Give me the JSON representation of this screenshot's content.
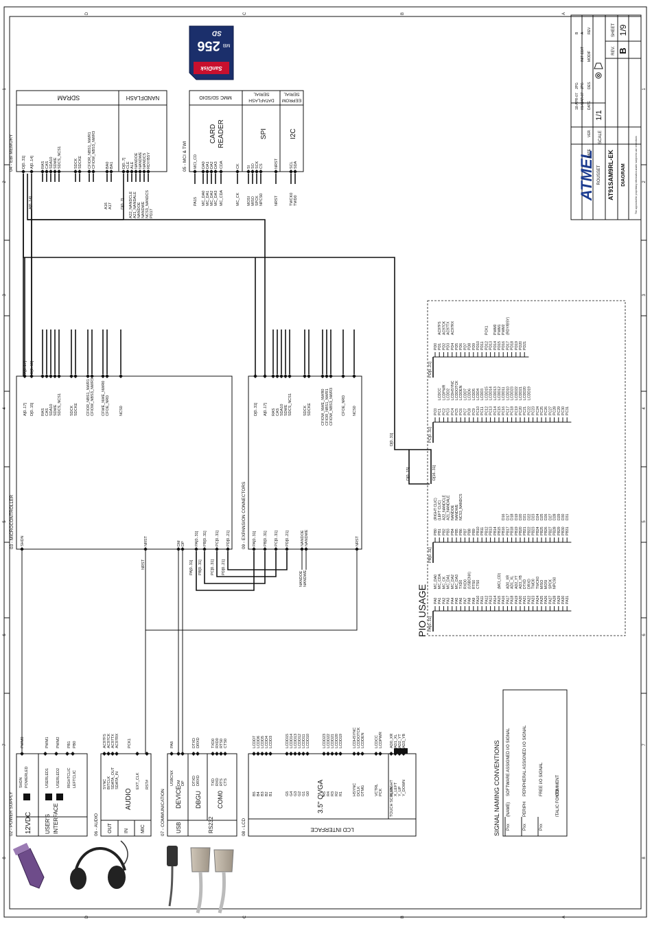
{
  "frame": {
    "zones_top": [
      "D",
      "C",
      "B",
      "A"
    ],
    "zones_side": [
      "1",
      "2",
      "3",
      "4",
      "5",
      "6",
      "7",
      "8"
    ]
  },
  "title_block": {
    "brand": "ATMEL",
    "address": "ROUSSET",
    "board": "AT91SAM9RL-EK",
    "sheet_kind": "DIAGRAM",
    "scale_label": "SCALE",
    "scale": "1/1",
    "rev_label": "REV.",
    "rev": "B",
    "sheet_label": "SHEET",
    "sheet": "1/9",
    "headers": [
      "REV",
      "MODIF",
      "DES.",
      "DATE",
      "VER.",
      "DATE"
    ],
    "rows": [
      [
        "A",
        "INIT EDIT",
        "JPG",
        "01-MAR-07"
      ],
      [
        "B",
        "",
        "JPG",
        "18-APR-07"
      ]
    ],
    "notice": "The approved for proprietary information and/or subject to use restrictions"
  },
  "sd_card": {
    "brand": "SanDisk",
    "capacity": "256",
    "unit": "MB",
    "logo": "SD"
  },
  "blocks": {
    "ebi": {
      "label": "04 - EBI MEMORY",
      "sdram": "SDRAM",
      "nandflash": "NANDFLASH",
      "sdram_pins": [
        "D[0..31]",
        "A[0..14]",
        "RAS",
        "CAS",
        "SDA10",
        "SDWE",
        "SDCS_NCS1",
        "SDCK",
        "SDCKE",
        "CFIOR_NBS1_NWR1",
        "CFIOW_NBS3_NWR3",
        "BA0",
        "BA1"
      ],
      "nand_pins": [
        "D[0..7]",
        "CLE",
        "ALE",
        "NANDOE",
        "NANDWE",
        "NANDCS",
        "RDY/BSY"
      ],
      "nand_nets": [
        "A22_NANDCLE",
        "A21_NANDALE",
        "NANDOE",
        "NANDWE",
        "NCS3_NANDCS",
        "PD17"
      ],
      "nets": [
        "A[0..14]",
        "A16",
        "A17",
        "D[0..7]"
      ]
    },
    "mci": {
      "label": "05 - MCI & TWI",
      "mmc": "MMC SD/SDIO",
      "card": [
        "CARD",
        "READER"
      ],
      "serial_df": [
        "SERIAL",
        "DATAFLASH"
      ],
      "spi": "SPI",
      "serial_ee": [
        "SERIAL",
        "EEPROM"
      ],
      "i2c": "I2C",
      "pins": [
        "MCI_CD",
        "DA0",
        "DA1",
        "DA2",
        "DA3",
        "CDA",
        "CK",
        "SI",
        "SO",
        "SCK",
        "CS",
        "NRST",
        "SCL",
        "SDA"
      ],
      "nets": [
        "PA15",
        "MC_DA0",
        "MC_DA1",
        "MC_DA2",
        "MC_DA3",
        "MC_CDA",
        "MC_CK",
        "MOSI",
        "MISO",
        "SPCK",
        "NPCS0",
        "NRST",
        "TWCK0",
        "TWD0"
      ]
    },
    "mcu": {
      "label": "03 - MICROCONTROLLER",
      "top_pins": [
        "A[0..17]",
        "D[0..15]",
        "RAS",
        "CAS",
        "SDA10",
        "SDWE",
        "SDCS_NCS1",
        "SDCK",
        "SDCKE",
        "CFIOR_NBS1_NWR1",
        "CFIOW_NBS3_NWR3",
        "CFWE_NWE_NWR0",
        "CFOE_NRD",
        "NCS0"
      ],
      "top_nets": [
        "A[0..17]",
        "D[0..15]"
      ],
      "bottom_pins": [
        "SHDN",
        "NRST",
        "DM",
        "DP",
        "PA[0..31]",
        "PB[0..31]",
        "PC[0..31]",
        "PD[0..21]"
      ]
    },
    "exp": {
      "label": "09 - EXPANSION CONNECTORS",
      "top_pins": [
        "D[0..31]",
        "A[0..17]",
        "RAS",
        "CAS",
        "SDA10",
        "SDWE",
        "SDCS_NCS1",
        "SDCK",
        "SDCKE",
        "CFIOW_NWE_NWR0",
        "CFIOR_NBS1_NWR1",
        "CFIOW_NBS3_NWR3",
        "CFOE_NRD",
        "NCS0"
      ],
      "bottom_pins": [
        "PA[0..31]",
        "PB[0..31]",
        "PC[0..31]",
        "PD[0..21]",
        "NANDOE",
        "NANDWE",
        "NRST"
      ]
    },
    "power": {
      "label": "02 - POWER SUPPLY",
      "name": "12VDC",
      "pins": [
        "SHDN",
        "POWERLED"
      ],
      "nets": [
        "PWM0"
      ]
    },
    "user": {
      "name": [
        "USER'S",
        "INTERFACE"
      ],
      "pins": [
        "USERLED1",
        "USERLED2",
        "RIGHTCLIC",
        "LEFTCLIC"
      ],
      "nets": [
        "PWM1",
        "PWM2",
        "PB1",
        "PB0"
      ]
    },
    "audio": {
      "label": "06 - AUDIO",
      "name": "AUDIO",
      "tabs": [
        "OUT",
        "IN",
        "MIC"
      ],
      "pins": [
        "SYNC",
        "BITCLK",
        "SDATA_OUT",
        "SDATA_IN",
        "EXT_CLK",
        "RST#"
      ],
      "nets": [
        "AC97FS",
        "AC97CK",
        "AC97TX",
        "AC97RX",
        "PCK1"
      ]
    },
    "comm": {
      "label": "07 - COMMUNICATION",
      "device": "DEVICE",
      "usb": "USB",
      "dbgu": "DBGU",
      "com0": "COM0",
      "rs232": "RS232",
      "pins": [
        "USBCNX",
        "DM",
        "DP",
        "DTXD",
        "DRXD",
        "TXD",
        "RXD",
        "RTS",
        "CTS"
      ],
      "nets": [
        "PA8",
        "DTXD",
        "DRXD",
        "TXD0",
        "RXD0",
        "RTS0",
        "CTS0"
      ]
    },
    "lcd": {
      "label": "08 - LCD",
      "name": "3.5\" QVGA",
      "iface": "LCD INTERFACE",
      "touch": "TOUCH SCREEN",
      "pins": [
        "B5",
        "B4",
        "B3",
        "B2",
        "B1",
        "G5",
        "G4",
        "G3",
        "G2",
        "G1",
        "G0",
        "R5",
        "R4",
        "R3",
        "R2",
        "R1",
        "HSYNC",
        "DCLK",
        "DTMG",
        "VCTRL",
        "PCK",
        "X_RIGHT",
        "X_LEFT",
        "Y_UP",
        "Y_DOWN"
      ],
      "nets": [
        "LCDD7",
        "LCDD6",
        "LCDD5",
        "LCDD4",
        "LCDD3",
        "LCDD15",
        "LCDD14",
        "LCDD13",
        "LCDD12",
        "LCDD11",
        "LCDD10",
        "LCDD23",
        "LCDD22",
        "LCDD21",
        "LCDD20",
        "LCDD19",
        "LCDHSYNC",
        "LCDDOTCK",
        "LCDDEN",
        "LCDCC",
        "LCDPWR",
        "AD0_XR",
        "AD1_XL",
        "AD2_YT",
        "AD3_YB"
      ]
    }
  },
  "bus_labels": [
    "D[0..31]",
    "D[0..15]",
    "D[16..31]",
    "NRST",
    "NANDOE",
    "NANDWE",
    "PA[0..31]",
    "PB[0..31]",
    "PC[0..31]",
    "PD[0..21]"
  ],
  "pio": {
    "title": "PIO USAGE",
    "PA": {
      "bus": "PA[0..31]",
      "pins": [
        "PA0",
        "PA1",
        "PA2",
        "PA3",
        "PA4",
        "PA5",
        "PA6",
        "PA7",
        "PA8",
        "PA9",
        "PA10",
        "PA11",
        "PA12",
        "PA13",
        "PA14",
        "PA15",
        "PA16",
        "PA17",
        "PA18",
        "PA19",
        "PA20",
        "PA21",
        "PA22",
        "PA23",
        "PA24",
        "PA25",
        "PA26",
        "PA27",
        "PA28",
        "PA29",
        "PA30",
        "PA31"
      ],
      "funcs": [
        "MC_DA0",
        "MC_CDA",
        "MC_CK",
        "MC_DA1",
        "MC_DA2",
        "MC_DA3",
        "TXD0",
        "RXD0",
        "(USBCNX)",
        "RTS0",
        "CTS0",
        "",
        "",
        "",
        "",
        "(MCI_CD)",
        "",
        "AD0_XR",
        "AD1_XL",
        "AD2_YT",
        "AD3_YB",
        "DTXD",
        "DRXD",
        "TWD0",
        "TWCK0",
        "MISO",
        "MOSI",
        "SPCK",
        "NPCS0",
        "",
        "",
        ""
      ]
    },
    "PB": {
      "bus": "PB[0..31]",
      "pins": [
        "PB0",
        "PB1",
        "PB2",
        "PB3",
        "PB4",
        "PB5",
        "PB6",
        "PB7",
        "PB8",
        "PB9",
        "PB10",
        "PB11",
        "PB12",
        "PB13",
        "PB14",
        "PB15",
        "PB16",
        "PB17",
        "PB18",
        "PB19",
        "PB20",
        "PB21",
        "PB22",
        "PB23",
        "PB24",
        "PB25",
        "PB26",
        "PB27",
        "PB28",
        "PB29",
        "PB30",
        "PB31"
      ],
      "funcs": [
        "(RIGHT CLIC)",
        "(LEFT CLIC)",
        "A22_NANDCLE",
        "A21_NANDALE",
        "NANDOE",
        "NANDWE",
        "NCS3_NANDCS",
        "",
        "",
        "",
        "",
        "",
        "",
        "",
        "",
        "",
        "D16",
        "D17",
        "D18",
        "D19",
        "D20",
        "D21",
        "D22",
        "D23",
        "D24",
        "D25",
        "D26",
        "D27",
        "D28",
        "D29",
        "D30",
        "D31"
      ]
    },
    "PC": {
      "bus": "PC[0..31]",
      "pins": [
        "PC0",
        "PC1",
        "PC2",
        "PC3",
        "PC4",
        "PC5",
        "PC6",
        "PC7",
        "PC8",
        "PC9",
        "PC10",
        "PC11",
        "PC12",
        "PC13",
        "PC14",
        "PC15",
        "PC16",
        "PC17",
        "PC18",
        "PC19",
        "PC20",
        "PC21",
        "PC22",
        "PC23",
        "PC24",
        "PC25",
        "PC26",
        "PC27",
        "PC28",
        "PC29",
        "PC30",
        "PC31"
      ],
      "funcs": [
        "",
        "LCDCC",
        "LCDPWR",
        "LCDD2",
        "LCDHSYNC",
        "LCDDOTCK",
        "LCDDEN",
        "LCDD7",
        "LCDD6",
        "LCDD5",
        "LCDD4",
        "LCDD3",
        "LCDD15",
        "LCDD14",
        "LCDD13",
        "LCDD12",
        "LCDD11",
        "LCDD10",
        "LCDD23",
        "LCDD22",
        "LCDD21",
        "LCDD20",
        "LCDD19",
        "",
        "",
        "",
        "",
        "",
        "",
        "",
        "",
        ""
      ]
    },
    "PD": {
      "bus": "PD[0..21]",
      "pins": [
        "PD0",
        "PD1",
        "PD2",
        "PD3",
        "PD4",
        "PD5",
        "PD6",
        "PD7",
        "PD8",
        "PD9",
        "PD10",
        "PD11",
        "PD12",
        "PD13",
        "PD14",
        "PD15",
        "PD16",
        "PD17",
        "PD18",
        "PD19",
        "PD20",
        "PD21"
      ],
      "funcs": [
        "",
        "AC97FS",
        "AC97CK",
        "AC97TX",
        "AC97RX",
        "",
        "",
        "",
        "",
        "",
        "",
        "",
        "PCK1",
        "",
        "PWM0",
        "PWM1",
        "PWM2",
        "(RDY/BSY)",
        "",
        "",
        "",
        ""
      ]
    }
  },
  "conventions": {
    "title": "SIGNAL NAMING CONVENTIONS",
    "rows": [
      {
        "code": "Pxx",
        "name": "(NAME)",
        "desc": "SOFTWARE ASSIGNED I/O SIGNAL"
      },
      {
        "code": "Pxx",
        "name": "PERIPH",
        "desc": "PERIPHERAL ASSIGNED I/O SIGNAL"
      },
      {
        "code": "Pxx",
        "name": "",
        "desc": "FREE I/O SIGNAL"
      },
      {
        "code": "",
        "name": "ITALIC FONTS",
        "desc": "COMMENT"
      }
    ]
  }
}
